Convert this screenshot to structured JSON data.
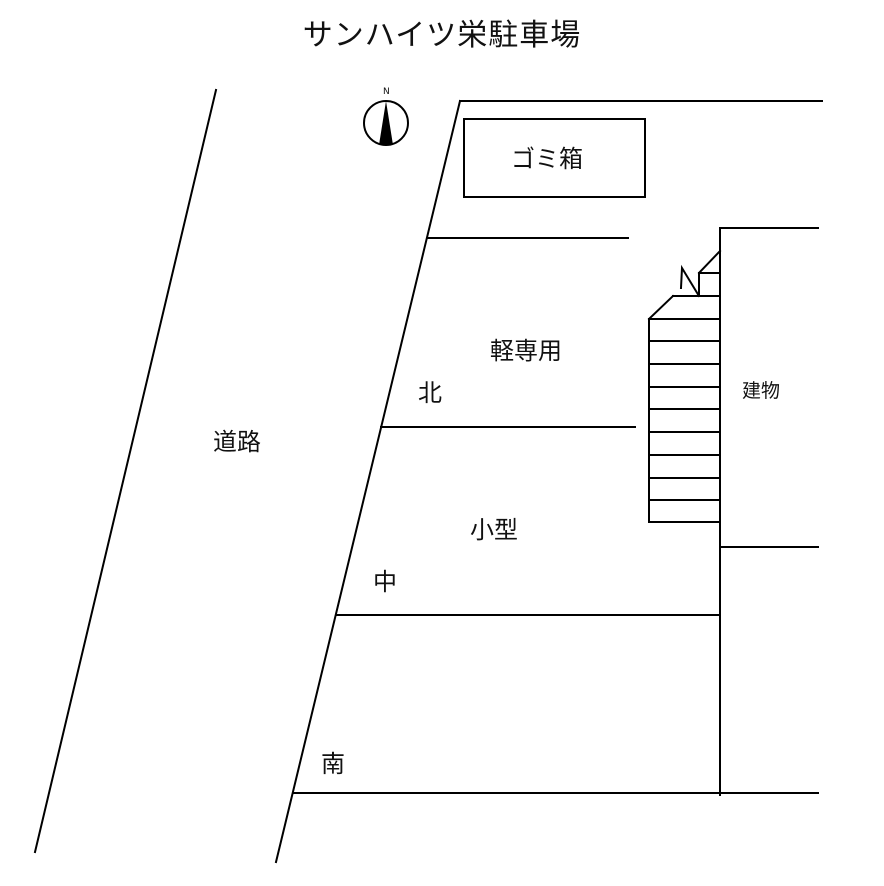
{
  "title": "サンハイツ栄駐車場",
  "compass": {
    "label": "N",
    "icon": "north-arrow-icon"
  },
  "labels": {
    "trash": "ゴミ箱",
    "road": "道路",
    "building": "建物",
    "kei_only": "軽専用",
    "small": "小型"
  },
  "spaces": [
    {
      "name": "北",
      "type": "軽専用"
    },
    {
      "name": "中",
      "type": "小型"
    },
    {
      "name": "南",
      "type": ""
    }
  ],
  "colors": {
    "line": "#000000",
    "background": "#ffffff"
  }
}
